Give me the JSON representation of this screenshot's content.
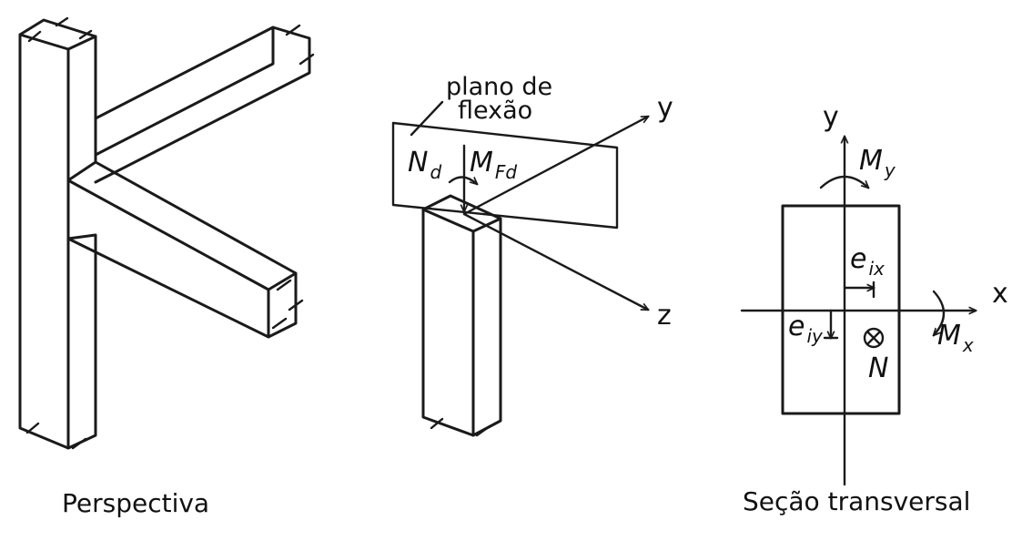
{
  "perspective": {
    "caption": "Perspectiva"
  },
  "detail": {
    "plane_label_line1": "plano de",
    "plane_label_line2": "flexão",
    "normal_force": {
      "main": "N",
      "sub": "d"
    },
    "moment": {
      "main": "M",
      "sub": "Fd"
    },
    "axis_y": "y",
    "axis_z": "z"
  },
  "section": {
    "caption": "Seção transversal",
    "axis_y": "y",
    "axis_x": "x",
    "moment_y": {
      "main": "M",
      "sub": "y"
    },
    "moment_x": {
      "main": "M",
      "sub": "x"
    },
    "ecc_x": {
      "main": "e",
      "sub": "ix"
    },
    "ecc_y": {
      "main": "e",
      "sub": "iy"
    },
    "normal_force": "N"
  },
  "colors": {
    "ink": "#1a1a1a",
    "background": "#ffffff"
  }
}
